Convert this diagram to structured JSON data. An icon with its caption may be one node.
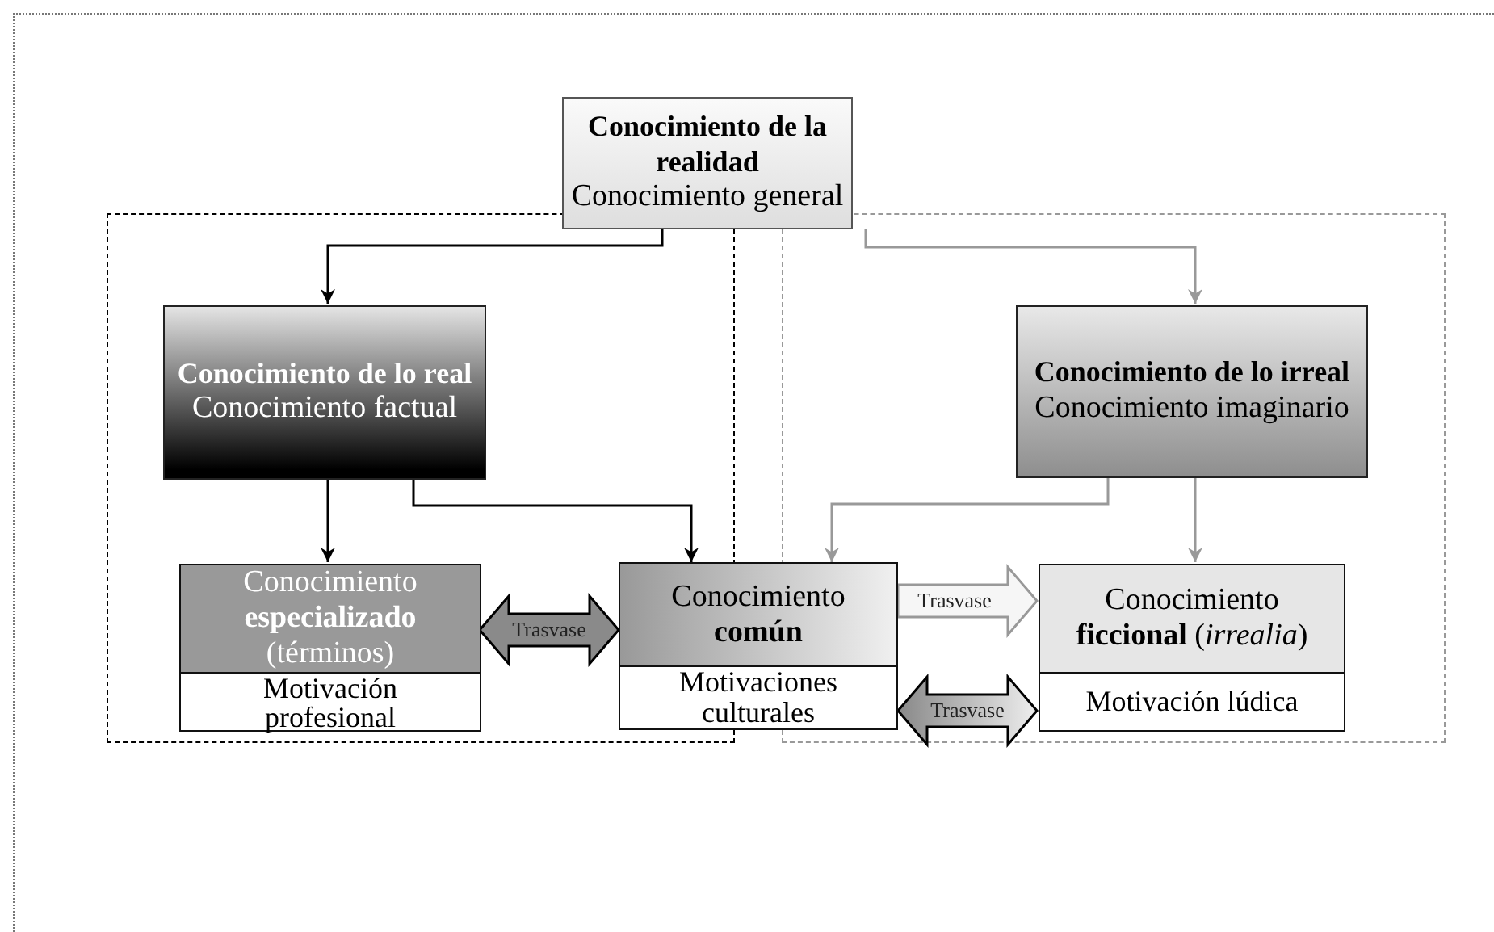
{
  "diagram": {
    "nodes": [
      {
        "text": [
          "Conocimiento de la realidad",
          "Conocimiento general"
        ]
      },
      {
        "text": [],
        "shape": "box"
      },
      {
        "text": [],
        "shape": "box"
      },
      {
        "text": [
          "Conocimiento de lo real",
          "Conocimiento factual"
        ],
        "in": 1
      },
      {
        "text": [
          "Conocimiento de lo irreal",
          "Conocimiento imaginario"
        ],
        "in": 2
      },
      {
        "text": [
          "Conocimiento **especializado** (términos)",
          "Motivación profesional"
        ],
        "in": 1
      },
      {
        "text": [
          "Conocimiento **común**",
          "Motivaciones culturales"
        ]
      },
      {
        "text": [
          "Conocimiento **ficcional** (*irrealia*)",
          "Motivación lúdica"
        ],
        "in": 2
      }
    ],
    "edges": [
      {
        "from": 0,
        "to": 3,
        "arrow": "to"
      },
      {
        "from": 0,
        "to": 4,
        "arrow": "to",
        "color": "#999999"
      },
      {
        "from": 3,
        "to": 5,
        "arrow": "to"
      },
      {
        "from": 3,
        "to": 6,
        "arrow": "to"
      },
      {
        "from": 4,
        "to": 6,
        "arrow": "to",
        "color": "#999999"
      },
      {
        "from": 4,
        "to": 7,
        "arrow": "to",
        "color": "#999999"
      },
      {
        "from": 5,
        "to": 6,
        "arrow": "both",
        "label": "Trasvase",
        "style": "thick"
      },
      {
        "from": 6,
        "to": 7,
        "arrow": "to",
        "label": "Trasvase",
        "style": "thick",
        "color": "#999999"
      },
      {
        "from": 6,
        "to": 7,
        "arrow": "both",
        "label": "Trasvase",
        "style": "thick"
      }
    ]
  }
}
